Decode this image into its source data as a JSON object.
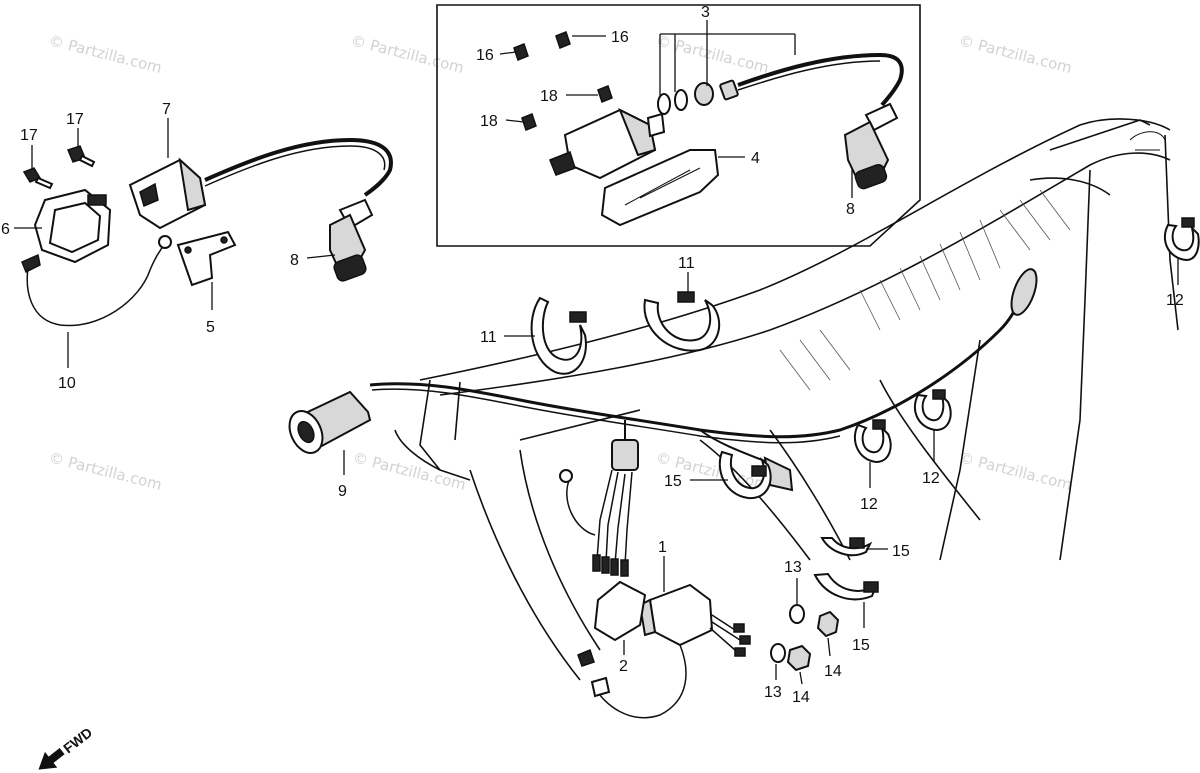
{
  "diagram": {
    "callouts": [
      {
        "id": "c1",
        "text": "1"
      },
      {
        "id": "c2",
        "text": "2"
      },
      {
        "id": "c3",
        "text": "3"
      },
      {
        "id": "c4",
        "text": "4"
      },
      {
        "id": "c5",
        "text": "5"
      },
      {
        "id": "c6",
        "text": "6"
      },
      {
        "id": "c7",
        "text": "7"
      },
      {
        "id": "c8a",
        "text": "8"
      },
      {
        "id": "c8b",
        "text": "8"
      },
      {
        "id": "c9",
        "text": "9"
      },
      {
        "id": "c10",
        "text": "10"
      },
      {
        "id": "c11a",
        "text": "11"
      },
      {
        "id": "c11b",
        "text": "11"
      },
      {
        "id": "c12a",
        "text": "12"
      },
      {
        "id": "c12b",
        "text": "12"
      },
      {
        "id": "c12c",
        "text": "12"
      },
      {
        "id": "c13a",
        "text": "13"
      },
      {
        "id": "c13b",
        "text": "13"
      },
      {
        "id": "c14a",
        "text": "14"
      },
      {
        "id": "c14b",
        "text": "14"
      },
      {
        "id": "c15a",
        "text": "15"
      },
      {
        "id": "c15b",
        "text": "15"
      },
      {
        "id": "c15c",
        "text": "15"
      },
      {
        "id": "c16a",
        "text": "16"
      },
      {
        "id": "c16b",
        "text": "16"
      },
      {
        "id": "c17a",
        "text": "17"
      },
      {
        "id": "c17b",
        "text": "17"
      },
      {
        "id": "c18a",
        "text": "18"
      },
      {
        "id": "c18b",
        "text": "18"
      }
    ],
    "direction_label": "FWD",
    "watermark": "© Partzilla.com",
    "colors": {
      "ink": "#111111",
      "watermark": "#d2d2d2",
      "background": "#ffffff"
    }
  }
}
